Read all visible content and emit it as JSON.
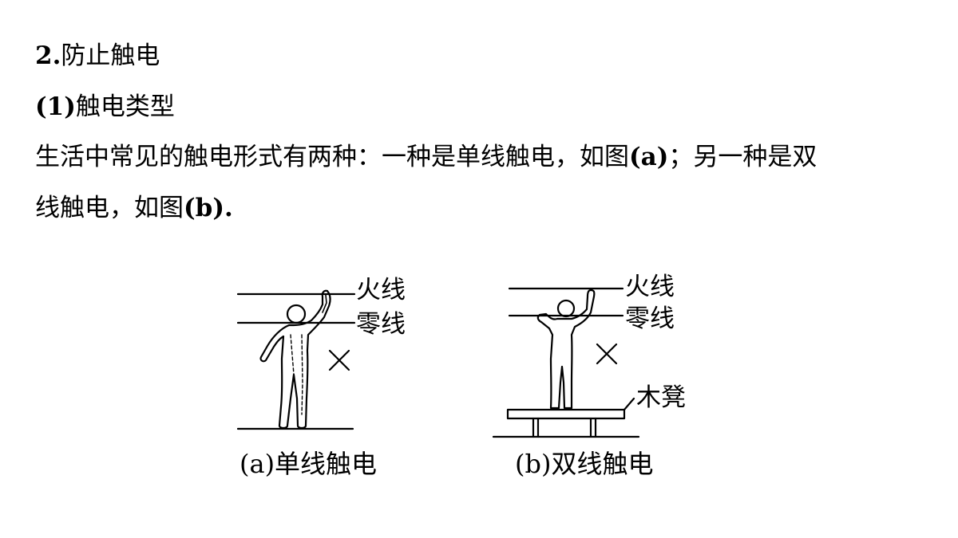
{
  "text": {
    "heading_number": "2.",
    "heading": "防止触电",
    "sub_number": "(1)",
    "subheading": "触电类型",
    "para_line1_part1": "生活中常见的触电形式有两种：一种是单线触电，如图",
    "para_line1_ref": "(a)",
    "para_line1_part2": "；另一种是双",
    "para_line2_part1": "线触电，如图",
    "para_line2_ref": "(b)",
    "para_line2_part2": "."
  },
  "figure_a": {
    "live_wire": "火线",
    "neutral_wire": "零线",
    "caption": "(a)单线触电"
  },
  "figure_b": {
    "live_wire": "火线",
    "neutral_wire": "零线",
    "stool": "木凳",
    "caption": "(b)双线触电"
  }
}
